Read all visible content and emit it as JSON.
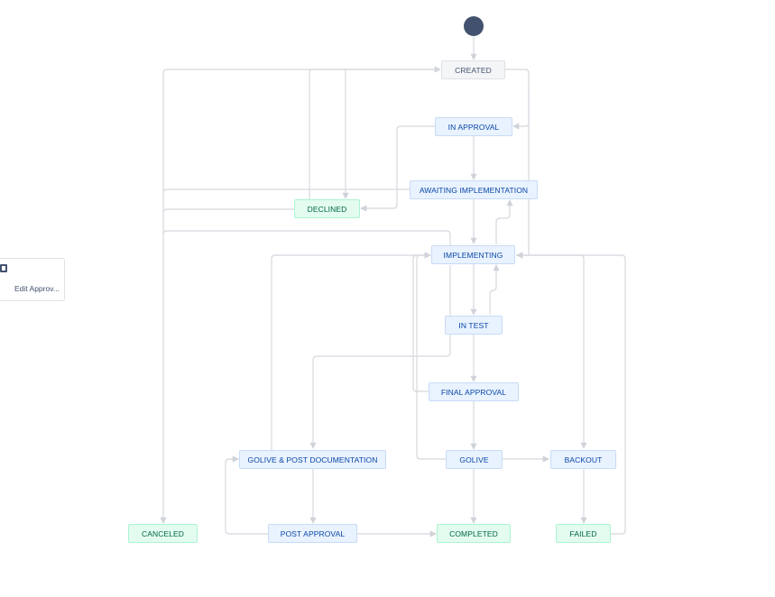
{
  "workflow": {
    "statuses": [
      {
        "id": "created",
        "label": "CREATED",
        "category": "todo"
      },
      {
        "id": "in-approval",
        "label": "IN APPROVAL",
        "category": "progress"
      },
      {
        "id": "awaiting-implementation",
        "label": "AWAITING IMPLEMENTATION",
        "category": "progress"
      },
      {
        "id": "declined",
        "label": "DECLINED",
        "category": "done"
      },
      {
        "id": "implementing",
        "label": "IMPLEMENTING",
        "category": "progress"
      },
      {
        "id": "in-test",
        "label": "IN TEST",
        "category": "progress"
      },
      {
        "id": "final-approval",
        "label": "FINAL APPROVAL",
        "category": "progress"
      },
      {
        "id": "golive-post-documentation",
        "label": "GOLIVE & POST DOCUMENTATION",
        "category": "progress"
      },
      {
        "id": "golive",
        "label": "GOLIVE",
        "category": "progress"
      },
      {
        "id": "backout",
        "label": "BACKOUT",
        "category": "progress"
      },
      {
        "id": "canceled",
        "label": "CANCELED",
        "category": "done"
      },
      {
        "id": "post-approval",
        "label": "POST APPROVAL",
        "category": "progress"
      },
      {
        "id": "completed",
        "label": "COMPLETED",
        "category": "done"
      },
      {
        "id": "failed",
        "label": "FAILED",
        "category": "done"
      }
    ],
    "transition_label": "Edit Approv...",
    "colors": {
      "edge": "#d5d8dd",
      "start": "#42526e"
    }
  }
}
